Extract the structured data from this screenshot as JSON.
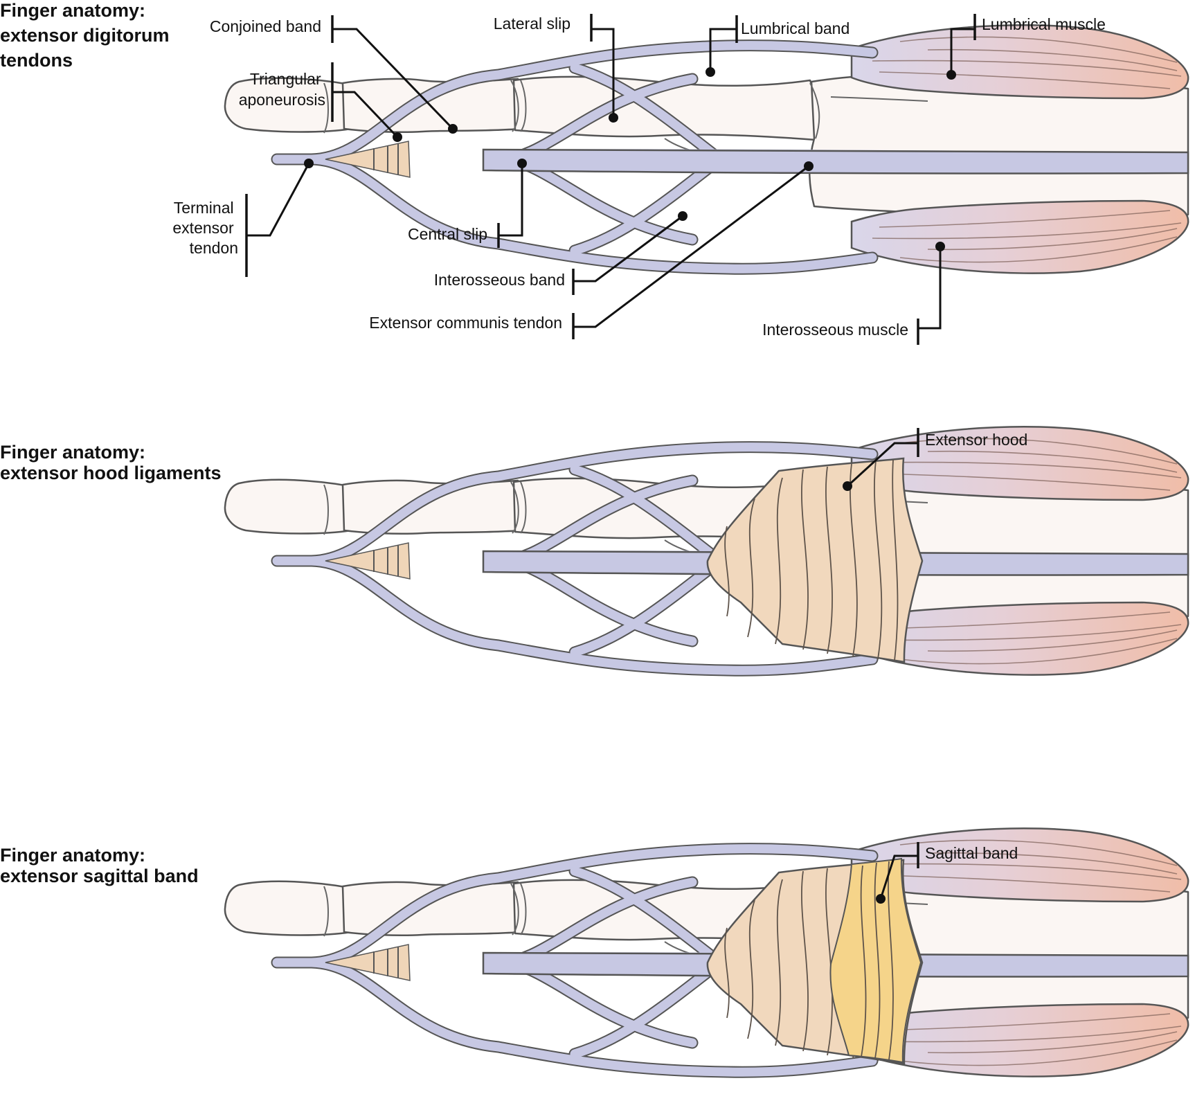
{
  "panels": [
    {
      "title_lines": [
        "Finger anatomy:",
        "extensor digitorum",
        "tendons"
      ],
      "labels": {
        "conjoined_band": "Conjoined band",
        "lateral_slip": "Lateral slip",
        "lumbrical_band": "Lumbrical band",
        "lumbrical_muscle": "Lumbrical muscle",
        "triangular_aponeurosis": [
          "Triangular",
          "aponeurosis"
        ],
        "terminal_extensor_tendon": [
          "Terminal",
          "extensor",
          "tendon"
        ],
        "central_slip": "Central slip",
        "interosseous_band": "Interosseous band",
        "extensor_communis_tendon": "Extensor communis tendon",
        "interosseous_muscle": "Interosseous muscle"
      }
    },
    {
      "title_lines": [
        "Finger anatomy:",
        "extensor hood ligaments"
      ],
      "labels": {
        "extensor_hood": "Extensor hood"
      }
    },
    {
      "title_lines": [
        "Finger anatomy:",
        "extensor sagittal band"
      ],
      "labels": {
        "sagittal_band": "Sagittal band"
      }
    }
  ],
  "colors": {
    "tendon": "#c7c8e3",
    "tendon_edge": "#555555",
    "bone": "#fbf6f3",
    "muscle_light": "#ddd6e6",
    "muscle_dark": "#eec1b0",
    "aponeurosis": "#efd5b8",
    "hood": "#f1d8bd",
    "sagittal_band": "#f5d48a"
  }
}
